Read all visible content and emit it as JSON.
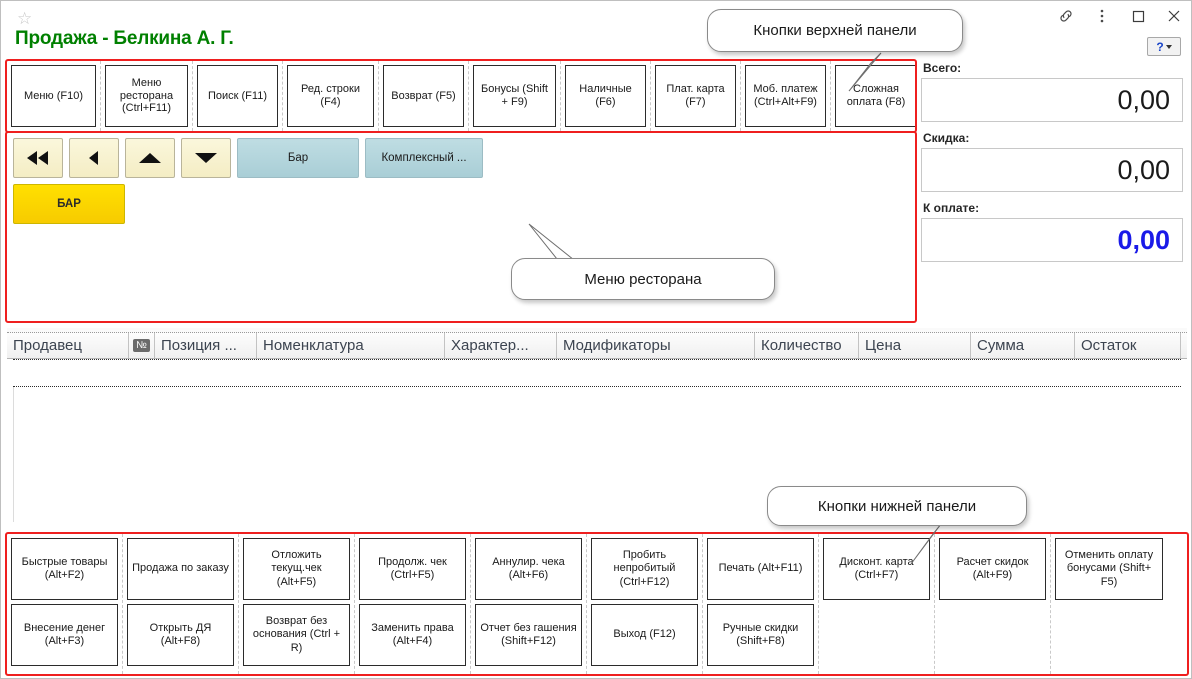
{
  "window": {
    "icons": [
      "link-icon",
      "more-vert-icon",
      "maximize-icon",
      "close-icon"
    ],
    "help_label": "?"
  },
  "header": {
    "favorite_icon": "star-icon",
    "title": "Продажа - Белкина А. Г."
  },
  "top_toolbar": {
    "buttons": [
      {
        "label": "Меню (F10)",
        "width": 94
      },
      {
        "label": "Меню\nресторана\n(Ctrl+F11)",
        "width": 92
      },
      {
        "label": "Поиск (F11)",
        "width": 90
      },
      {
        "label": "Ред. строки (F4)",
        "width": 96
      },
      {
        "label": "Возврат (F5)",
        "width": 90
      },
      {
        "label": "Бонусы (Shift + F9)",
        "width": 92
      },
      {
        "label": "Наличные (F6)",
        "width": 90
      },
      {
        "label": "Плат. карта (F7)",
        "width": 90
      },
      {
        "label": "Моб. платеж\n(Ctrl+Alt+F9)",
        "width": 90
      },
      {
        "label": "Сложная\nоплата (F8)",
        "width": 90
      }
    ]
  },
  "menu_panel": {
    "nav_buttons": [
      {
        "icon": "double-left-arrow-icon"
      },
      {
        "icon": "left-arrow-icon"
      },
      {
        "icon": "up-arrow-icon"
      },
      {
        "icon": "down-arrow-icon"
      }
    ],
    "group_buttons": [
      {
        "label": "Бар"
      },
      {
        "label": "Комплексный ..."
      }
    ],
    "category_buttons": [
      {
        "label": "БАР"
      }
    ]
  },
  "totals": {
    "rows": [
      {
        "label": "Всего:",
        "value": "0,00",
        "accent": false
      },
      {
        "label": "Скидка:",
        "value": "0,00",
        "accent": false
      },
      {
        "label": "К оплате:",
        "value": "0,00",
        "accent": true
      }
    ],
    "accent_color": "#1a1ae8"
  },
  "table": {
    "columns": [
      {
        "title": "Продавец",
        "width": 122,
        "type": "text"
      },
      {
        "title": "№",
        "width": 26,
        "type": "badge"
      },
      {
        "title": "Позиция ...",
        "width": 102,
        "type": "text"
      },
      {
        "title": "Номенклатура",
        "width": 188,
        "type": "text"
      },
      {
        "title": "Характер...",
        "width": 112,
        "type": "text"
      },
      {
        "title": "Модификаторы",
        "width": 198,
        "type": "text"
      },
      {
        "title": "Количество",
        "width": 104,
        "type": "text"
      },
      {
        "title": "Цена",
        "width": 112,
        "type": "text"
      },
      {
        "title": "Сумма",
        "width": 104,
        "type": "text"
      },
      {
        "title": "Остаток",
        "width": 106,
        "type": "text"
      }
    ],
    "rows": []
  },
  "bottom_toolbar": {
    "columns": [
      {
        "width": 116,
        "buttons": [
          "Быстрые товары\n(Alt+F2)",
          "Внесение денег\n(Alt+F3)"
        ]
      },
      {
        "width": 116,
        "buttons": [
          "Продажа по заказу",
          "Открыть ДЯ (Alt+F8)"
        ]
      },
      {
        "width": 116,
        "buttons": [
          "Отложить текущ.чек\n(Alt+F5)",
          "Возврат без\nоснования (Ctrl + R)"
        ]
      },
      {
        "width": 116,
        "buttons": [
          "Продолж. чек\n(Ctrl+F5)",
          "Заменить права\n(Alt+F4)"
        ]
      },
      {
        "width": 116,
        "buttons": [
          "Аннулир. чека\n(Alt+F6)",
          "Отчет без гашения\n(Shift+F12)"
        ]
      },
      {
        "width": 116,
        "buttons": [
          "Пробить\nнепробитый\n(Ctrl+F12)",
          "Выход (F12)"
        ]
      },
      {
        "width": 116,
        "buttons": [
          "Печать (Alt+F11)",
          "Ручные скидки\n(Shift+F8)"
        ]
      },
      {
        "width": 116,
        "buttons": [
          "Дисконт. карта\n(Ctrl+F7)",
          ""
        ]
      },
      {
        "width": 116,
        "buttons": [
          "Расчет скидок\n(Alt+F9)",
          ""
        ]
      },
      {
        "width": 116,
        "buttons": [
          "Отменить оплату\nбонусами (Shift+ F5)",
          ""
        ]
      }
    ]
  },
  "annotations": {
    "callouts": [
      {
        "id": "top-panel-buttons",
        "text": "Кнопки верхней панели"
      },
      {
        "id": "restaurant-menu",
        "text": "Меню ресторана"
      },
      {
        "id": "bottom-panel-buttons",
        "text": "Кнопки нижней панели"
      }
    ],
    "highlight_color": "#ef1f1f"
  }
}
